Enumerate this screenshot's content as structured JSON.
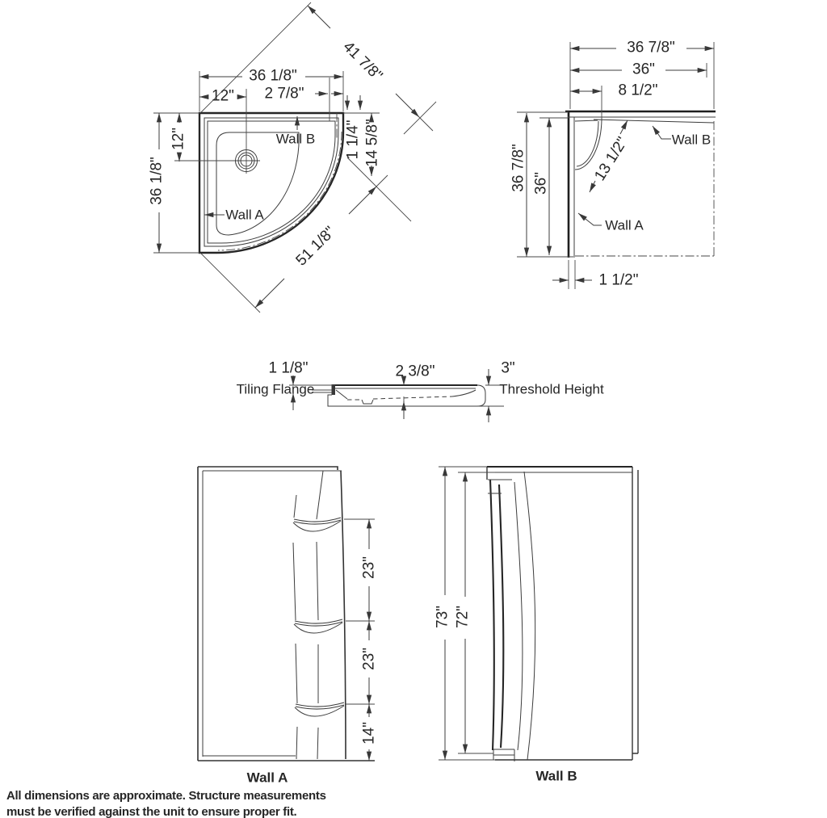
{
  "base_plan": {
    "dim_top_width": "36 1/8\"",
    "dim_top_12": "12\"",
    "dim_top_2_7_8": "2 7/8\"",
    "dim_diag_41_7_8": "41 7/8\"",
    "dim_side_1_1_4": "1 1/4\"",
    "dim_side_14_5_8": "14 5/8\"",
    "dim_left_width": "36 1/8\"",
    "dim_left_12": "12\"",
    "dim_diag_51_1_8": "51 1/8\"",
    "wall_a": "Wall A",
    "wall_b": "Wall B"
  },
  "framing_plan": {
    "dim_top_36_7_8": "36 7/8\"",
    "dim_top_36": "36\"",
    "dim_top_8_1_2": "8 1/2\"",
    "dim_diag_13_1_2": "13 1/2\"",
    "dim_left_36_7_8": "36 7/8\"",
    "dim_left_36": "36\"",
    "dim_bottom_1_1_2": "1 1/2\"",
    "wall_a": "Wall A",
    "wall_b": "Wall B"
  },
  "threshold_section": {
    "dim_1_1_8": "1 1/8\"",
    "label_tiling_flange": "Tiling Flange",
    "dim_2_3_8": "2 3/8\"",
    "dim_3": "3\"",
    "label_threshold_height": "Threshold Height"
  },
  "wall_a_elevation": {
    "dim_upper": "23\"",
    "dim_middle": "23\"",
    "dim_lower": "14\"",
    "label": "Wall A"
  },
  "wall_b_elevation": {
    "dim_overall": "73\"",
    "dim_panel": "72\"",
    "label": "Wall B"
  },
  "footer": {
    "line1": "All dimensions are approximate. Structure measurements",
    "line2": "must be verified against the unit to ensure proper fit."
  }
}
